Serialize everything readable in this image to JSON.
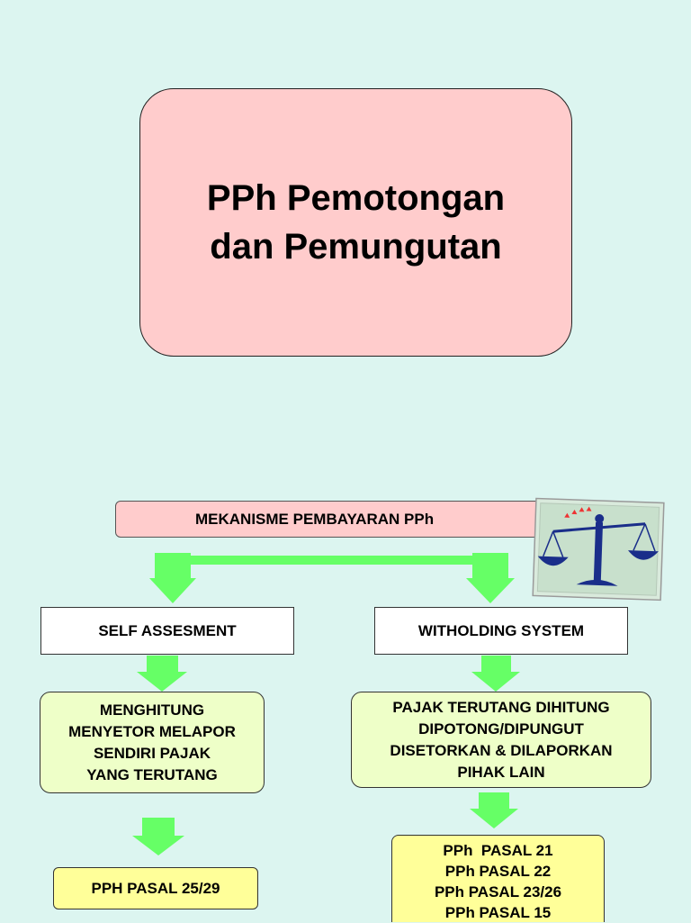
{
  "title": {
    "line1": "PPh Pemotongan",
    "line2": "dan Pemungutan"
  },
  "mechanism": {
    "label": "MEKANISME PEMBAYARAN PPh"
  },
  "left": {
    "system": "SELF ASSESMENT",
    "description": [
      "MENGHITUNG",
      "MENYETOR MELAPOR",
      "SENDIRI PAJAK",
      "YANG TERUTANG"
    ],
    "articles": [
      "PPH PASAL 25/29"
    ]
  },
  "right": {
    "system": "WITHOLDING SYSTEM",
    "description": [
      "PAJAK TERUTANG DIHITUNG",
      "DIPOTONG/DIPUNGUT",
      "DISETORKAN & DILAPORKAN",
      "PIHAK LAIN"
    ],
    "articles": [
      "PPh  PASAL 21",
      "PPh PASAL 22",
      "PPh PASAL 23/26",
      "PPh PASAL 15"
    ]
  },
  "colors": {
    "arrow": "#66ff66",
    "title_fill": "#ffcccc",
    "desc_fill": "#eeffc8",
    "article_fill": "#ffff99",
    "background": "#dcf5f0"
  },
  "icons": {
    "emblem": "scales-of-justice-icon"
  }
}
